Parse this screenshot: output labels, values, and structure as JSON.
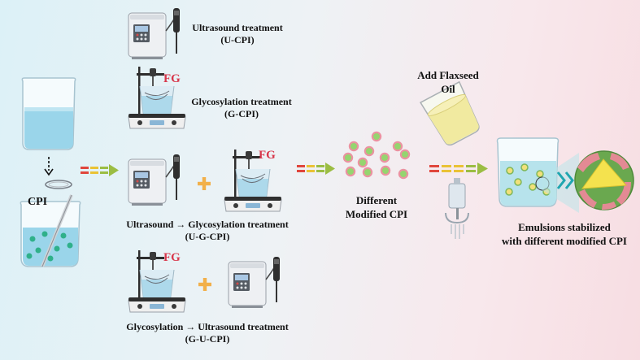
{
  "labels": {
    "cpi": "CPI",
    "u_cpi_line1": "Ultrasound treatment",
    "u_cpi_line2": "(U-CPI)",
    "g_cpi_line1": "Glycosylation treatment",
    "g_cpi_line2": "(G-CPI)",
    "ug_cpi_line1": "Ultrasound → Glycosylation treatment",
    "ug_cpi_line2": "(U-G-CPI)",
    "gu_cpi_line1": "Glycosylation → Ultrasound treatment",
    "gu_cpi_line2": "(G-U-CPI)",
    "fg": "FG",
    "plus": "+",
    "different_line1": "Different",
    "different_line2": "Modified CPI",
    "flaxseed_line1": "Add Flaxseed",
    "flaxseed_line2": "Oil",
    "emulsion_line1": "Emulsions stabilized",
    "emulsion_line2": "with different modified CPI"
  },
  "colors": {
    "arrow_red": "#e0463c",
    "arrow_yellow": "#eac235",
    "arrow_green": "#9bbd43",
    "fg_red": "#d8364a",
    "droplet_core": "#8fd06a",
    "droplet_shell": "#e88897",
    "water": "#8fcfe6",
    "oil": "#f2eba0"
  }
}
